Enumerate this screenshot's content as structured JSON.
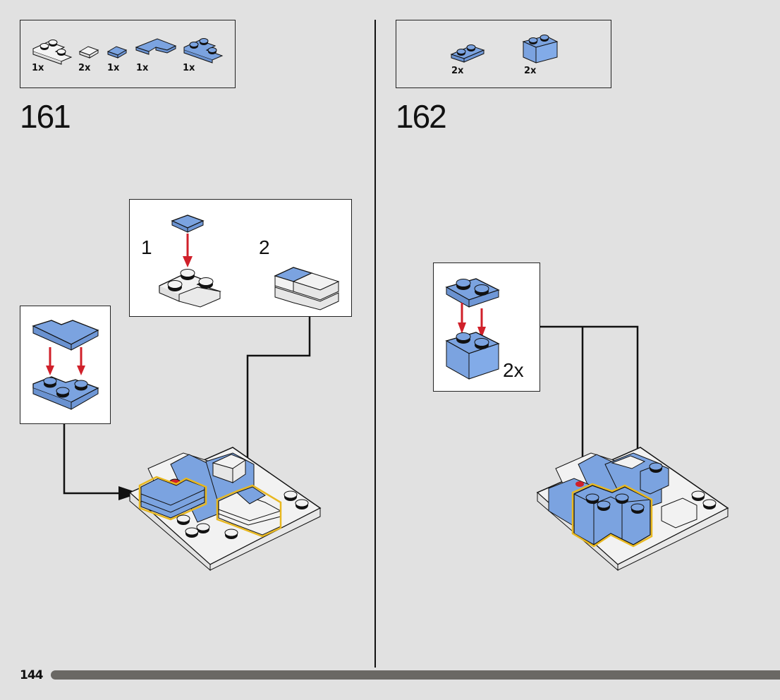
{
  "page": {
    "number": "144",
    "progress_percent": 100
  },
  "colors": {
    "brick_blue": "#7ba3e0",
    "brick_white": "#f2f2f2",
    "arrow_red": "#d0202a",
    "highlight_yellow": "#e8b820",
    "callout_line": "#111111",
    "background": "#e1e1e1"
  },
  "steps": [
    {
      "number": "161",
      "parts": [
        {
          "icon": "white-corner-plate-icon",
          "qty": "1x"
        },
        {
          "icon": "white-tile-1x1-icon",
          "qty": "2x"
        },
        {
          "icon": "blue-tile-1x1-icon",
          "qty": "1x"
        },
        {
          "icon": "blue-corner-tile-icon",
          "qty": "1x"
        },
        {
          "icon": "blue-corner-plate-icon",
          "qty": "1x"
        }
      ],
      "subassemblies": [
        {
          "substeps": [
            "1",
            "2"
          ]
        },
        {
          "substeps": []
        }
      ]
    },
    {
      "number": "162",
      "parts": [
        {
          "icon": "blue-plate-1x2-icon",
          "qty": "2x"
        },
        {
          "icon": "blue-brick-1x2-icon",
          "qty": "2x"
        }
      ],
      "subassemblies": [
        {
          "multiplier": "2x"
        }
      ]
    }
  ]
}
